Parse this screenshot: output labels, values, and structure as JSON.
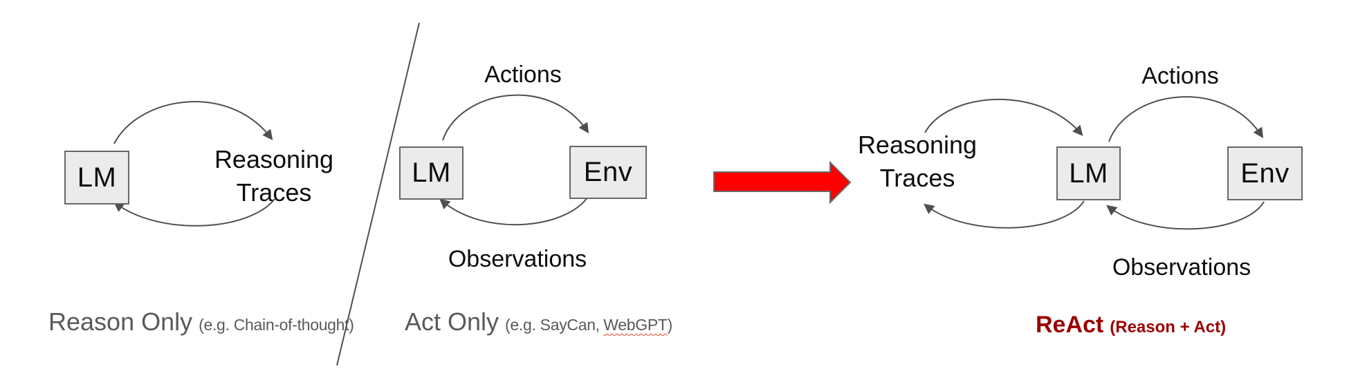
{
  "slide": {
    "background_color": "#ffffff",
    "stroke_color": "#4f4f4f",
    "node_fill_color": "#ebebeb",
    "node_border_color": "#666666",
    "caption_gray_color": "#595959",
    "panels": {
      "reason_only": {
        "node_lm": "LM",
        "loop_label": {
          "line1": "Reasoning",
          "line2": "Traces"
        },
        "caption": {
          "main": "Reason Only",
          "sub": "(e.g. Chain-of-thought)"
        }
      },
      "act_only": {
        "node_lm": "LM",
        "node_env": "Env",
        "edge_top": "Actions",
        "edge_bottom": "Observations",
        "caption": {
          "main": "Act Only",
          "sub_prefix": "(e.g. SayCan,",
          "sub_misspelled": "WebGPT",
          "sub_suffix": ")"
        }
      },
      "react": {
        "node_lm": "LM",
        "node_env": "Env",
        "loop_label": {
          "line1": "Reasoning",
          "line2": "Traces"
        },
        "edge_top": "Actions",
        "edge_bottom": "Observations",
        "caption": {
          "main": "ReAct",
          "sub": "(Reason + Act)",
          "color": "#990000"
        }
      }
    },
    "transform_arrow": {
      "color": "#ff0000",
      "outline_color": "#6a6a6a"
    }
  }
}
